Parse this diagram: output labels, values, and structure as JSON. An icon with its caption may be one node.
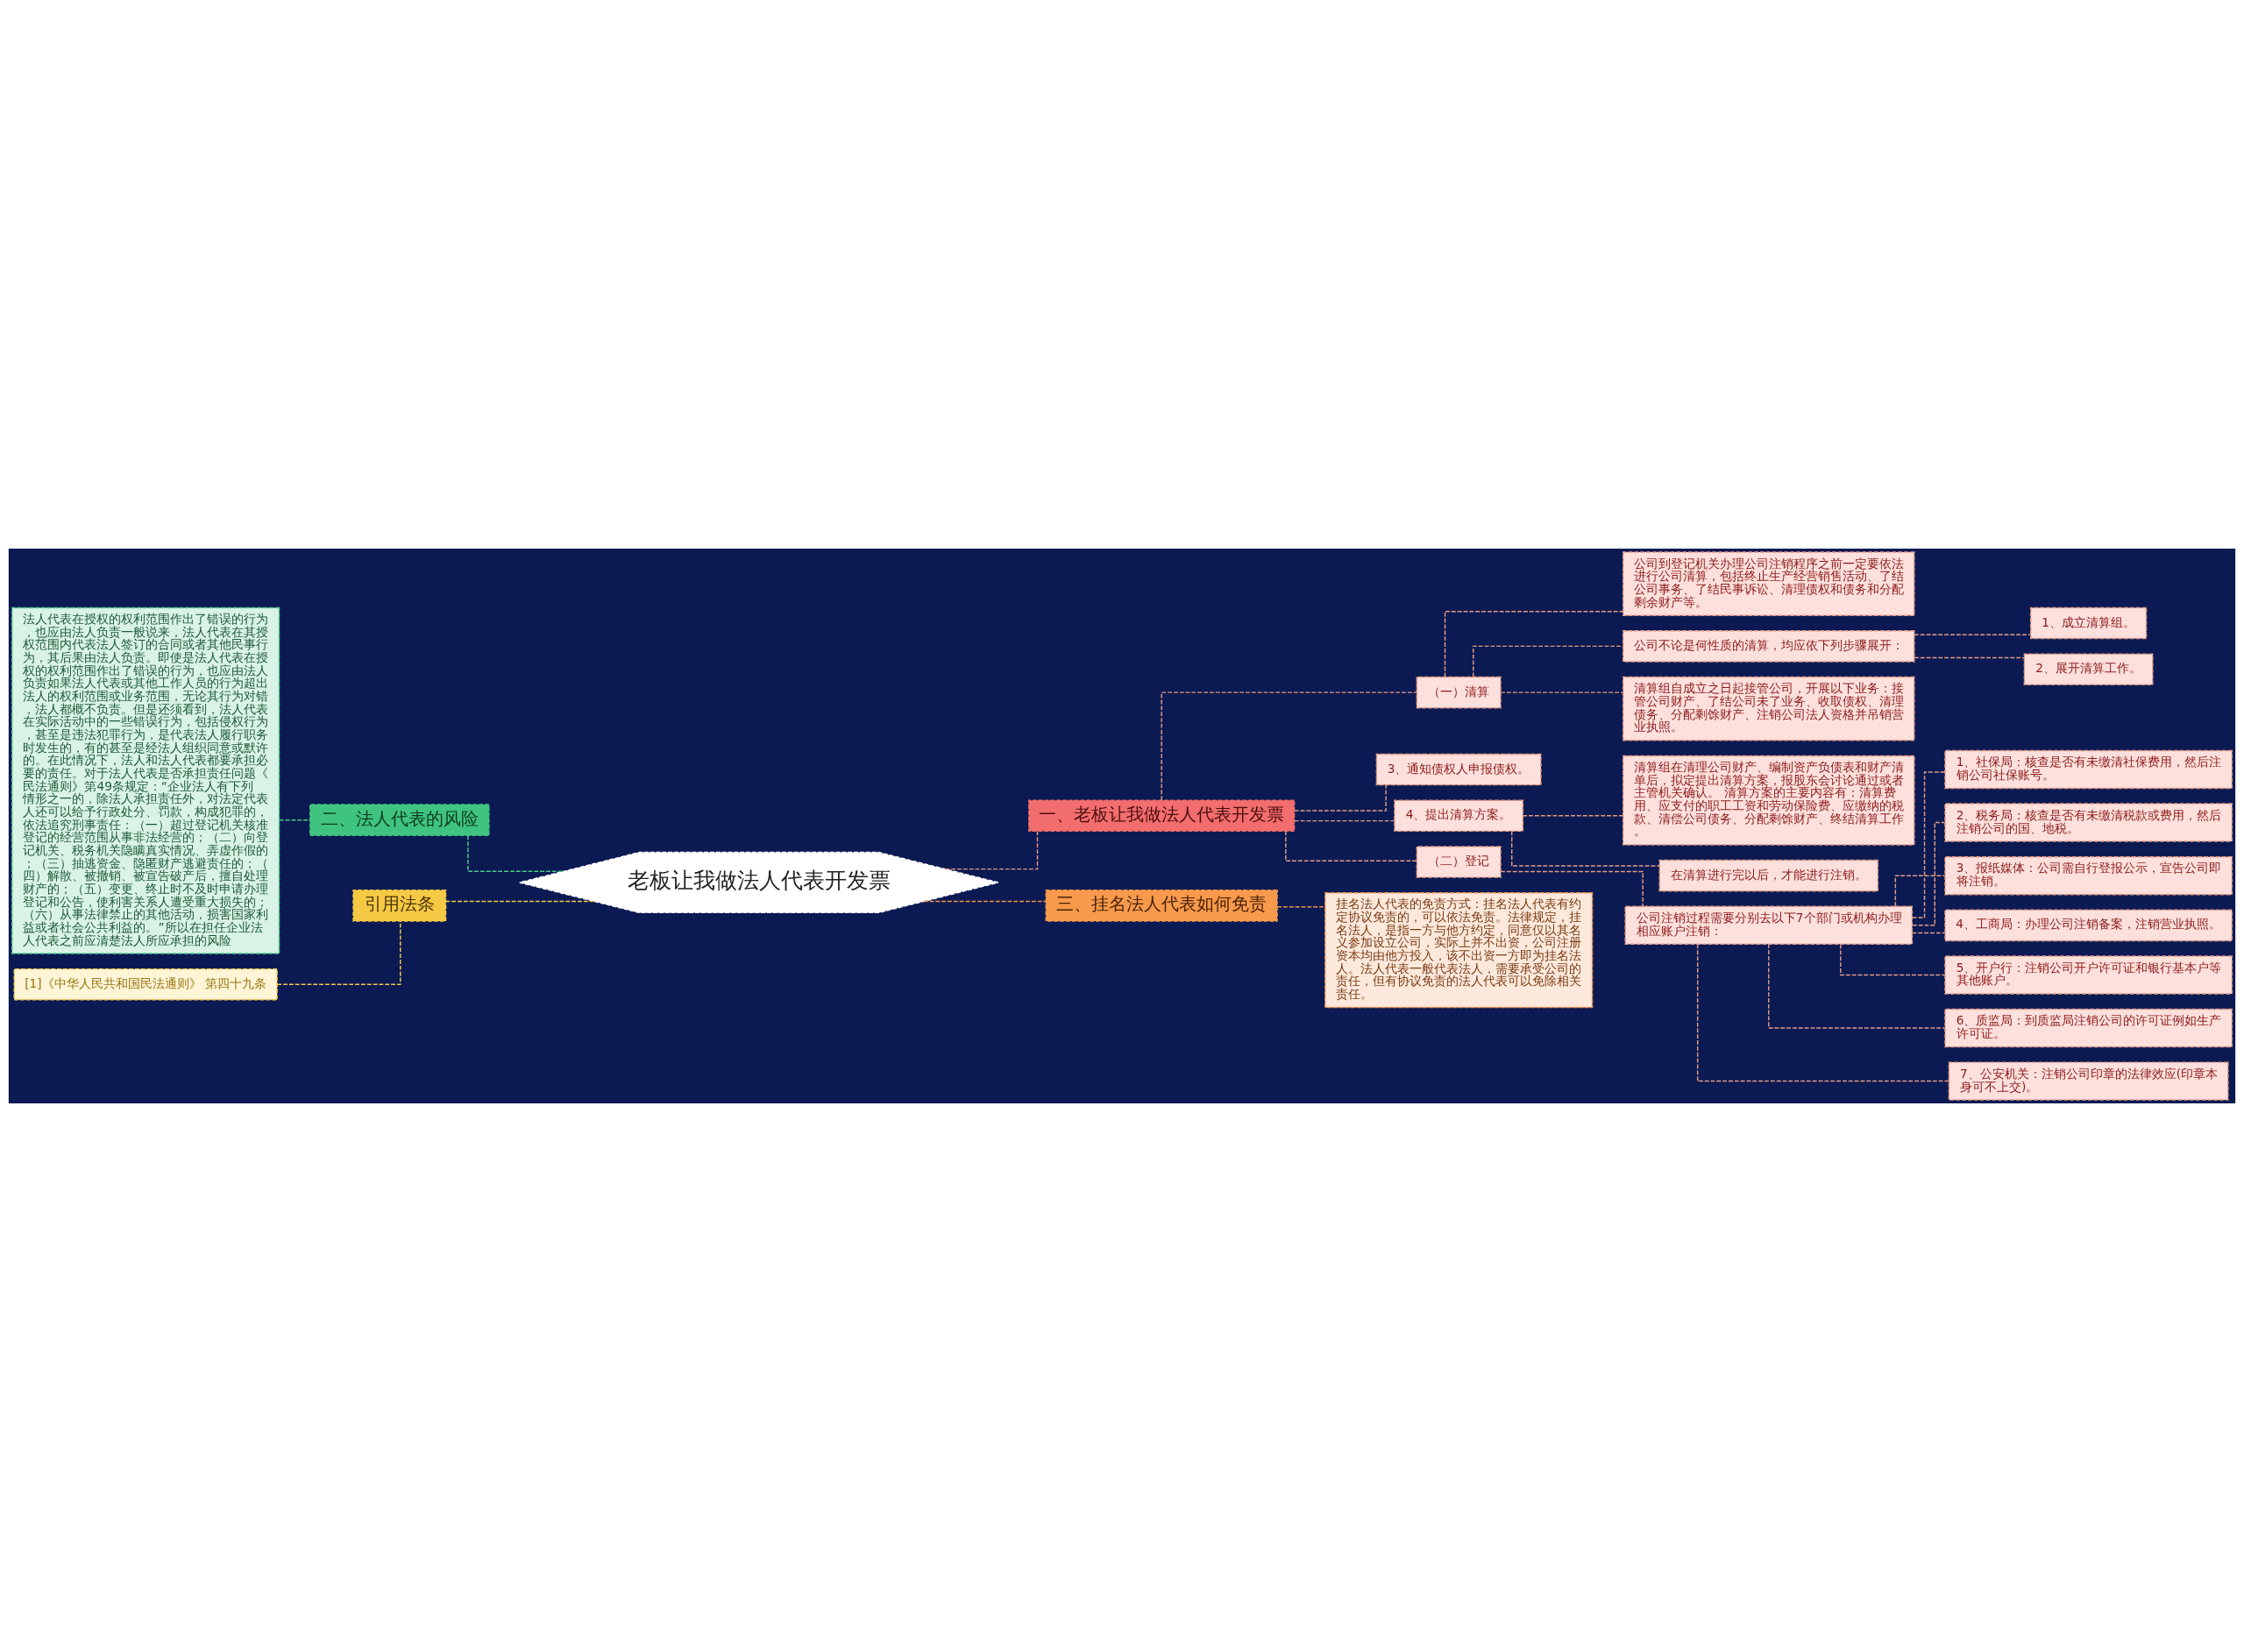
{
  "diagram": {
    "nodes": [
      {
        "text": [
          "老板让我做法人代表开发票"
        ]
      },
      {
        "text": [
          "一、老板让我做法人代表开发票"
        ]
      },
      {
        "text": [
          "（一）清算"
        ]
      },
      {
        "text": [
          "公司到登记机关办理公司注销程序之前一定要依法进行公司清算，包括终止生产经营销售活动、了结公司事务、了结民事诉讼、清理债权和债务和分配剩余财产等。"
        ]
      },
      {
        "text": [
          "公司不论是何性质的清算，均应依下列步骤展开："
        ]
      },
      {
        "text": [
          "1、成立清算组。"
        ]
      },
      {
        "text": [
          "2、展开清算工作。"
        ]
      },
      {
        "text": [
          "清算组自成立之日起接管公司，开展以下业务：接管公司财产、了结公司未了业务、收取债权、清理债务、分配剩馀财产、注销公司法人资格并吊销营业执照。"
        ]
      },
      {
        "text": [
          "3、通知债权人申报债权。"
        ]
      },
      {
        "text": [
          "4、提出清算方案。"
        ]
      },
      {
        "text": [
          "清算组在清理公司财产、编制资产负债表和财产清单后，拟定提出清算方案，报股东会讨论通过或者主管机关确认。 清算方案的主要内容有：清算费用、应支付的职工工资和劳动保险费、应缴纳的税款、清偿公司债务、分配剩馀财产、终结清算工作。"
        ]
      },
      {
        "text": [
          "在清算进行完以后，才能进行注销。"
        ]
      },
      {
        "text": [
          "（二）登记"
        ]
      },
      {
        "text": [
          "公司注销过程需要分别去以下7个部门或机构办理相应账户注销："
        ]
      },
      {
        "text": [
          "1、社保局：核查是否有未缴清社保费用，然后注销公司社保账号。"
        ]
      },
      {
        "text": [
          "2、税务局：核查是否有未缴清税款或费用，然后注销公司的国、地税。"
        ]
      },
      {
        "text": [
          "3、报纸媒体：公司需自行登报公示，宣告公司即将注销。"
        ]
      },
      {
        "text": [
          "4、工商局：办理公司注销备案，注销营业执照。"
        ]
      },
      {
        "text": [
          "5、开户行：注销公司开户许可证和银行基本户等其他账户。"
        ]
      },
      {
        "text": [
          "6、质监局：到质监局注销公司的许可证例如生产许可证。"
        ]
      },
      {
        "text": [
          "7、公安机关：注销公司印章的法律效应(印章本身可不上交)。"
        ]
      },
      {
        "text": [
          "三、挂名法人代表如何免责"
        ]
      },
      {
        "text": [
          "挂名法人代表的免责方式：挂名法人代表有约定协议免责的，可以依法免责。法律规定，挂名法人，是指一方与他方约定，同意仅以其名义参加设立公司，实际上并不出资，公司注册资本均由他方投入，该不出资一方即为挂名法人。法人代表一般代表法人，需要承受公司的责任，但有协议免责的法人代表可以免除相关责任。"
        ]
      },
      {
        "text": [
          "二、法人代表的风险"
        ]
      },
      {
        "text": [
          "法人代表在授权的权利范围作出了错误的行为，也应由法人负责一般说来，法人代表在其授权范围内代表法人签订的合同或者其他民事行为，其后果由法人负责。即使是法人代表在授权的权利范围作出了错误的行为，也应由法人负责如果法人代表或其他工作人员的行为超出法人的权利范围或业务范围，无论其行为对错，法人都概不负责。但是还须看到，法人代表在实际活动中的一些错误行为，包括侵权行为，甚至是违法犯罪行为，是代表法人履行职务时发生的，有的甚至是经法人组织同意或默许的。在此情况下，法人和法人代表都要承担必要的责任。对于法人代表是否承担责任问题《民法通则》第49条规定：“企业法人有下列情形之一的，除法人承担责任外，对法定代表人还可以给予行政处分、罚款，构成犯罪的，依法追究刑事责任：（一）超过登记机关核准登记的经营范围从事非法经营的；（二）向登记机关、税务机关隐瞒真实情况、弄虚作假的；（三）抽逃资金、隐匿财产逃避责任的；（四）解散、被撤销、被宣告破产后，擅自处理财产的；（五）变更、终止时不及时申请办理登记和公告，使利害关系人遭受重大损失的；（六）从事法律禁止的其他活动，损害国家利益或者社会公共利益的。”所以在担任企业法人代表之前应清楚法人所应承担的风险"
        ]
      },
      {
        "text": [
          "引用法条"
        ]
      },
      {
        "text": [
          "[1]《中华人民共和国民法通则》 第四十九条"
        ]
      }
    ],
    "edges": [
      {
        "from": 0,
        "to": 1,
        "arrow": "none",
        "style": "dashed"
      },
      {
        "from": 1,
        "to": 2,
        "arrow": "none",
        "style": "dashed"
      },
      {
        "from": 2,
        "to": 3,
        "arrow": "none",
        "style": "dashed"
      },
      {
        "from": 2,
        "to": 4,
        "arrow": "none",
        "style": "dashed"
      },
      {
        "from": 4,
        "to": 5,
        "arrow": "none",
        "style": "dashed"
      },
      {
        "from": 4,
        "to": 6,
        "arrow": "none",
        "style": "dashed"
      },
      {
        "from": 2,
        "to": 7,
        "arrow": "none",
        "style": "dashed"
      },
      {
        "from": 1,
        "to": 8,
        "arrow": "none",
        "style": "dashed"
      },
      {
        "from": 1,
        "to": 9,
        "arrow": "none",
        "style": "dashed"
      },
      {
        "from": 9,
        "to": 10,
        "arrow": "none",
        "style": "dashed"
      },
      {
        "from": 9,
        "to": 11,
        "arrow": "none",
        "style": "dashed"
      },
      {
        "from": 1,
        "to": 12,
        "arrow": "none",
        "style": "dashed"
      },
      {
        "from": 12,
        "to": 13,
        "arrow": "none",
        "style": "dashed"
      },
      {
        "from": 13,
        "to": 14,
        "arrow": "none",
        "style": "dashed"
      },
      {
        "from": 13,
        "to": 15,
        "arrow": "none",
        "style": "dashed"
      },
      {
        "from": 13,
        "to": 16,
        "arrow": "none",
        "style": "dashed"
      },
      {
        "from": 13,
        "to": 17,
        "arrow": "none",
        "style": "dashed"
      },
      {
        "from": 13,
        "to": 18,
        "arrow": "none",
        "style": "dashed"
      },
      {
        "from": 13,
        "to": 19,
        "arrow": "none",
        "style": "dashed"
      },
      {
        "from": 13,
        "to": 20,
        "arrow": "none",
        "style": "dashed"
      },
      {
        "from": 0,
        "to": 21,
        "arrow": "none",
        "style": "dashed",
        "color": "#f0934a"
      },
      {
        "from": 21,
        "to": 22,
        "arrow": "none",
        "style": "dashed",
        "color": "#f0934a"
      },
      {
        "from": 0,
        "to": 23,
        "arrow": "none",
        "style": "dashed",
        "color": "#4fc88a"
      },
      {
        "from": 23,
        "to": 24,
        "arrow": "none",
        "style": "dashed",
        "color": "#4fc88a"
      },
      {
        "from": 0,
        "to": 25,
        "arrow": "none",
        "style": "dashed",
        "color": "#f2c94c"
      },
      {
        "from": 25,
        "to": 26,
        "arrow": "none",
        "style": "dashed",
        "color": "#f2c94c"
      }
    ]
  }
}
